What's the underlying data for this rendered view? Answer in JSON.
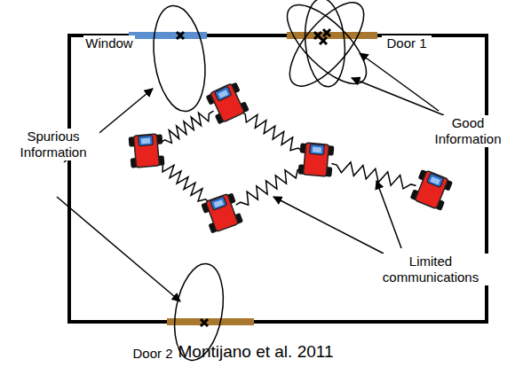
{
  "diagram": {
    "caption": "Montijano et al. 2011",
    "labels": [
      "Window",
      "Door 1",
      "Spurious Information",
      "Good Information",
      "Limited communications",
      "Door 2"
    ]
  }
}
